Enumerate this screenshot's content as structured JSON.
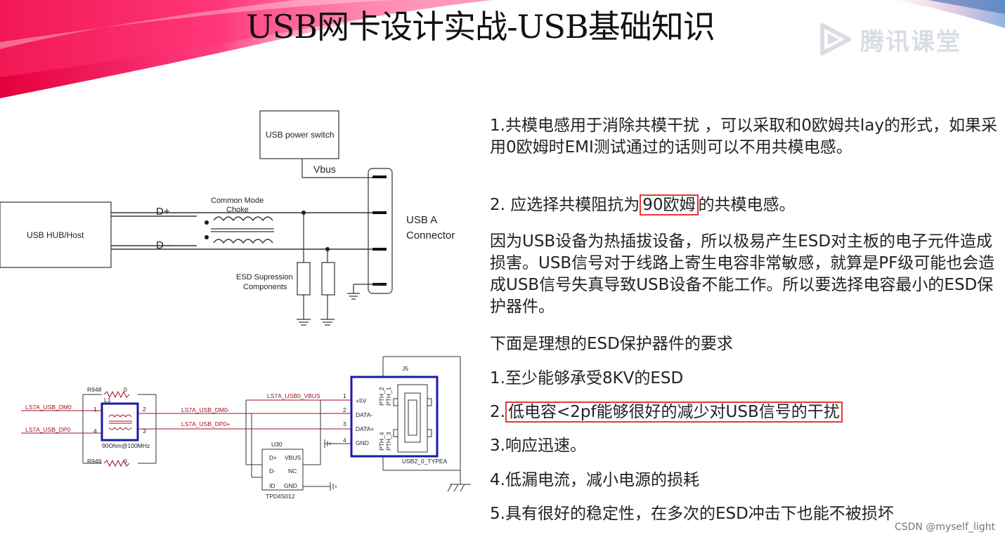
{
  "header": {
    "title": "USB网卡设计实战-USB基础知识",
    "logo_text": "腾讯课堂"
  },
  "diagram_top": {
    "power_switch_label": "USB power switch",
    "vbus_label": "Vbus",
    "host_label": "USB HUB/Host",
    "dplus_label": "D+",
    "dminus_label": "D -",
    "choke_label_1": "Common Mode",
    "choke_label_2": "Choke",
    "esd_label_1": "ESD Supression",
    "esd_label_2": "Components",
    "connector_label_1": "USB A",
    "connector_label_2": "Connector"
  },
  "diagram_bottom": {
    "r948": "R948",
    "r949": "R949",
    "r948_val": "0",
    "r949_val": "0",
    "l1": "L1",
    "net_dm0_in": "LS7A_USB_DM0",
    "net_dp0_in": "LS7A_USB_DP0",
    "net_dm0_out": "LS7A_USB_DM0-",
    "net_dp0_out": "LS7A_USB_DP0+",
    "net_vbus": "LS7A_USB0_VBUS",
    "choke_value": "90Ohm@100MHz",
    "pin1": "1",
    "pin2": "2",
    "pin3": "3",
    "pin4": "4",
    "u30": "U30",
    "u30_part": "TPD4S012",
    "u30_pins": [
      "D+",
      "VBUS",
      "D-",
      "NC",
      "ID",
      "GND"
    ],
    "j5": "J5",
    "j5_part": "USB2_0_TYPEA",
    "j5_pins": [
      "+5V",
      "DATA-",
      "DATA+",
      "GND"
    ],
    "pth_labels": [
      "PTH_2",
      "PTH_1",
      "PTH_4",
      "PTH_3"
    ]
  },
  "text": {
    "p1": "1.共模电感用于消除共模干扰 ，可以采取和0欧姆共lay的形式，如果采用0欧姆时EMI测试通过的话则可以不用共模电感。",
    "p2_pre": "2. 应选择共模阻抗为",
    "p2_hl": "90欧姆",
    "p2_post": "的共模电感。",
    "p3": "因为USB设备为热插拔设备，所以极易产生ESD对主板的电子元件造成损害。USB信号对于线路上寄生电容非常敏感，就算是PF级可能也会造成USB信号失真导致USB设备不能工作。所以要选择电容最小的ESD保护器件。",
    "p4": "下面是理想的ESD保护器件的要求",
    "p5": "1.至少能够承受8KV的ESD",
    "p6_pre": "2.",
    "p6_hl": "低电容<2pf能够很好的减少对USB信号的干扰",
    "p7": "3.响应迅速。",
    "p8": "4.低漏电流，减小电源的损耗",
    "p9": "5.具有很好的稳定性，在多次的ESD冲击下也能不被损坏"
  },
  "watermark": "CSDN @myself_light",
  "colors": {
    "highlight_border": "#e53935",
    "banner_red": "#e4003a",
    "banner_pink": "#ff5ab4",
    "schematic_blue": "#1a1aa8",
    "schematic_red": "#a0101e"
  }
}
